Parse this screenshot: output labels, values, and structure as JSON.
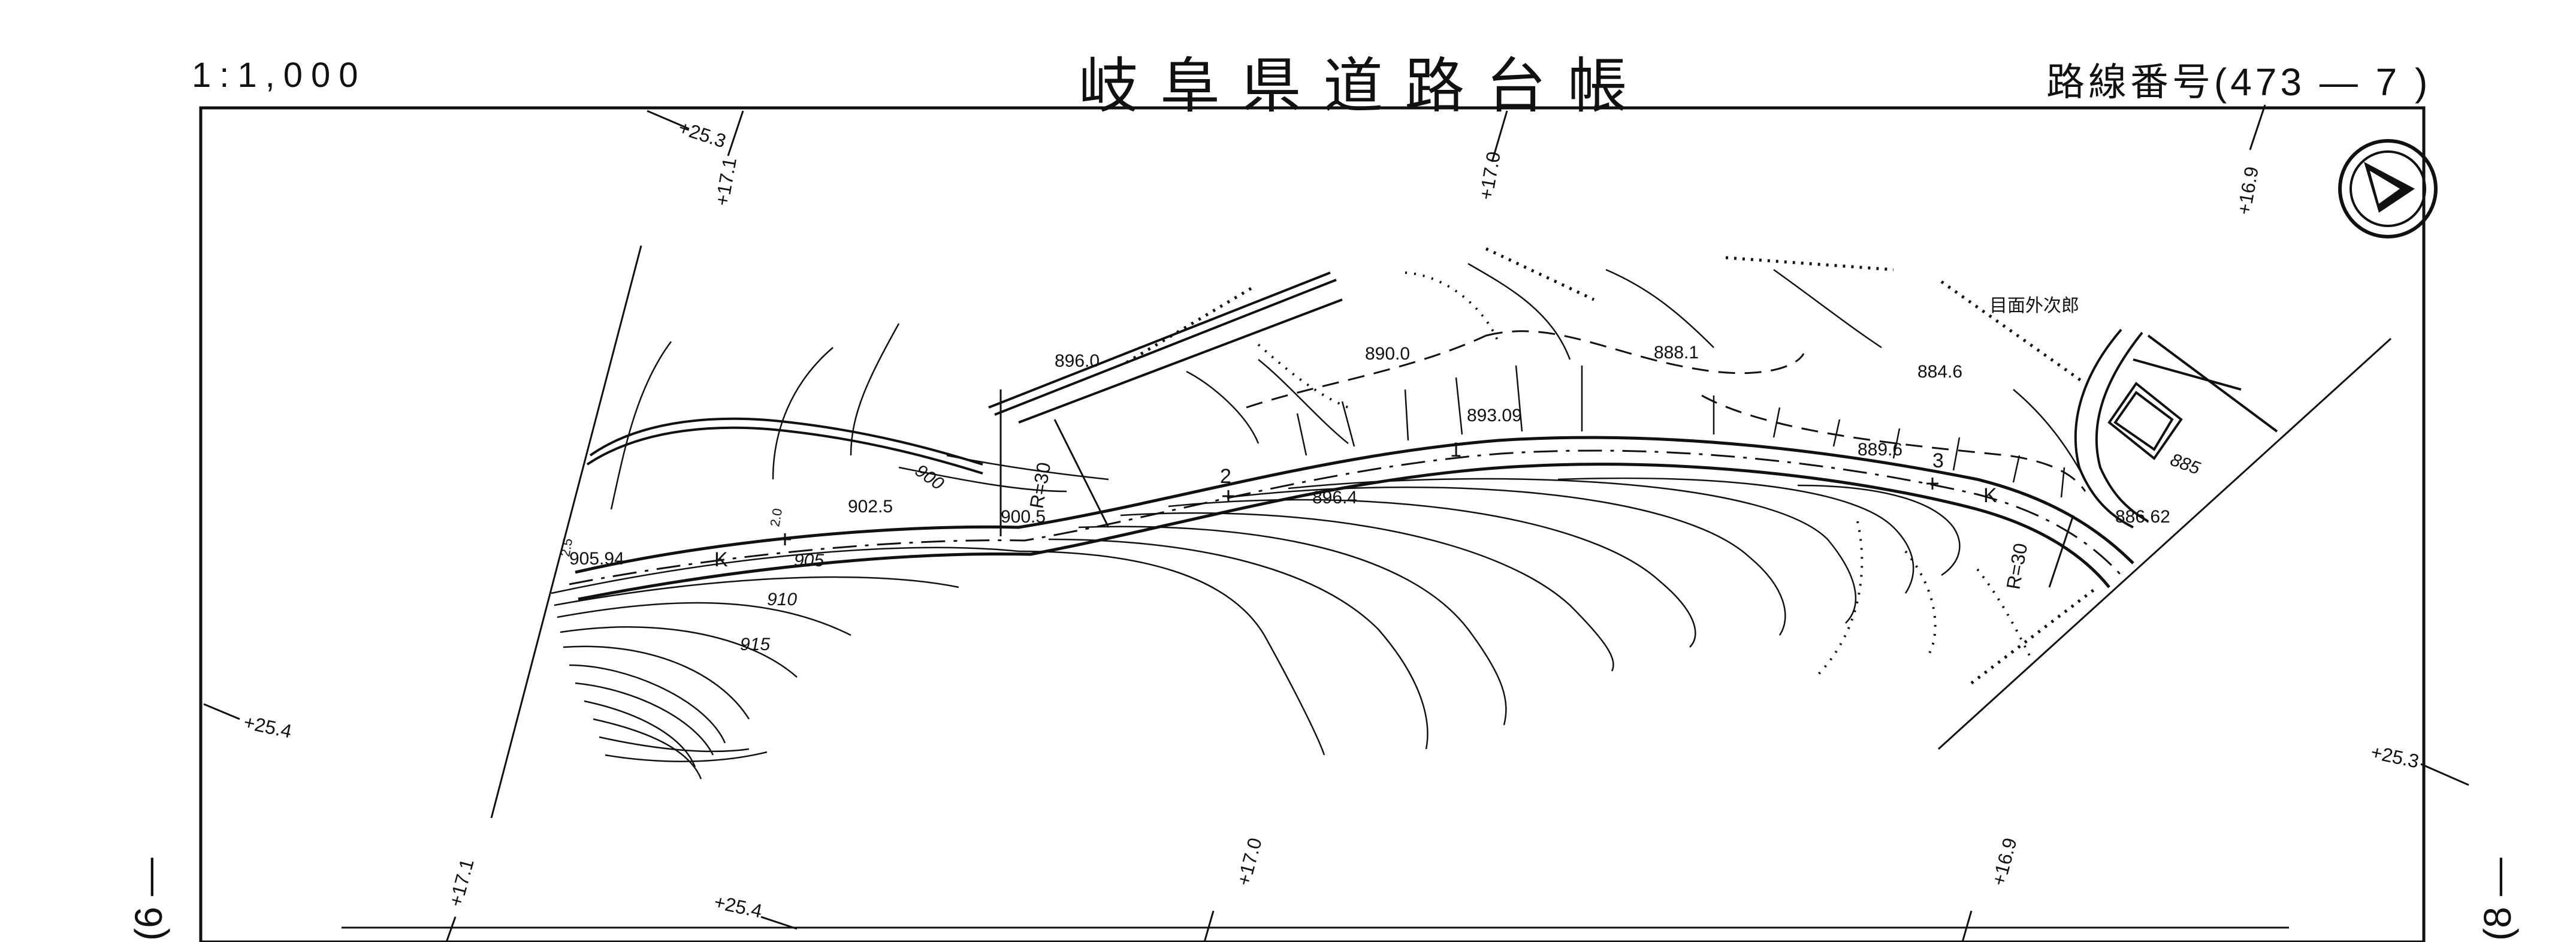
{
  "header": {
    "scale": "1:1,000",
    "title": "岐阜県道路台帳",
    "route_number": "路線番号(473 — 7 )"
  },
  "side_labels": {
    "left": "(6 —",
    "right": "(8 —"
  },
  "grid_labels": {
    "top": [
      "+25.3",
      "+17.1",
      "+17.0",
      "+16.9"
    ],
    "left": "+25.4",
    "right": "+25.3",
    "bottom": [
      "+17.1",
      "+25.4",
      "+17.0",
      "+16.9"
    ]
  },
  "elevations": [
    "896.0",
    "890.0",
    "888.1",
    "884.6",
    "893.09",
    "889.6",
    "886.62",
    "896.4",
    "902.5",
    "900.5",
    "905.94"
  ],
  "contours": [
    "900",
    "905",
    "910",
    "915",
    "885"
  ],
  "road_marks": [
    "R=30",
    "R=30",
    "K",
    "K",
    "1",
    "2",
    "3",
    "2.0",
    "2.5"
  ],
  "owner_label": "目面外次郎",
  "icons": {
    "north_arrow": "north-arrow-icon"
  }
}
